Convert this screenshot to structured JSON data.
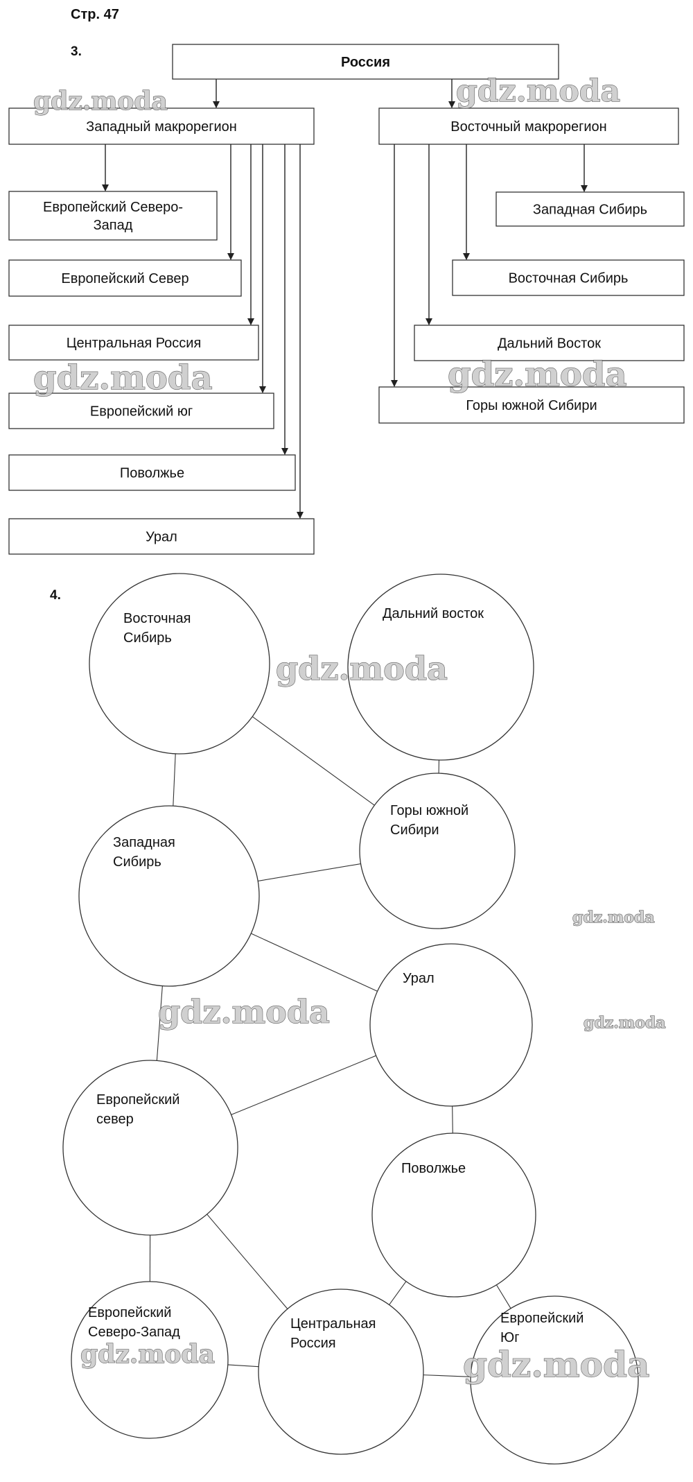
{
  "header": {
    "page_label": "Стр. 47"
  },
  "task3": {
    "number": "3.",
    "root": "Россия",
    "west": {
      "title": "Западный макрорегион",
      "children": [
        [
          "Европейский Северо-",
          "Запад"
        ],
        [
          "Европейский Север"
        ],
        [
          "Центральная Россия"
        ],
        [
          "Европейский юг"
        ],
        [
          "Поволжье"
        ],
        [
          "Урал"
        ]
      ]
    },
    "east": {
      "title": "Восточный макрорегион",
      "children": [
        [
          "Западная Сибирь"
        ],
        [
          "Восточная Сибирь"
        ],
        [
          "Дальний Восток"
        ],
        [
          "Горы южной Сибири"
        ]
      ]
    }
  },
  "task4": {
    "number": "4.",
    "nodes": [
      {
        "id": "vost-sib",
        "lines": [
          "Восточная",
          "Сибирь"
        ]
      },
      {
        "id": "dal-vost",
        "lines": [
          "Дальний восток"
        ]
      },
      {
        "id": "gory",
        "lines": [
          "Горы южной",
          "Сибири"
        ]
      },
      {
        "id": "zap-sib",
        "lines": [
          "Западная",
          "Сибирь"
        ]
      },
      {
        "id": "ural",
        "lines": [
          "Урал"
        ]
      },
      {
        "id": "evr-sever",
        "lines": [
          "Европейский",
          "север"
        ]
      },
      {
        "id": "povolzhye",
        "lines": [
          "Поволжье"
        ]
      },
      {
        "id": "evr-sz",
        "lines": [
          "Европейский",
          "Северо-Запад"
        ]
      },
      {
        "id": "centr",
        "lines": [
          "Центральная",
          "Россия"
        ]
      },
      {
        "id": "evr-yug",
        "lines": [
          "Европейский",
          "Юг"
        ]
      }
    ],
    "edges": [
      [
        "vost-sib",
        "zap-sib"
      ],
      [
        "vost-sib",
        "gory"
      ],
      [
        "dal-vost",
        "gory"
      ],
      [
        "gory",
        "zap-sib"
      ],
      [
        "zap-sib",
        "ural"
      ],
      [
        "zap-sib",
        "evr-sever"
      ],
      [
        "evr-sever",
        "ural"
      ],
      [
        "ural",
        "povolzhye"
      ],
      [
        "evr-sever",
        "evr-sz"
      ],
      [
        "evr-sever",
        "centr"
      ],
      [
        "evr-sz",
        "centr"
      ],
      [
        "centr",
        "povolzhye"
      ],
      [
        "centr",
        "evr-yug"
      ],
      [
        "povolzhye",
        "evr-yug"
      ]
    ]
  },
  "watermark": {
    "text": "gdz.moda"
  }
}
